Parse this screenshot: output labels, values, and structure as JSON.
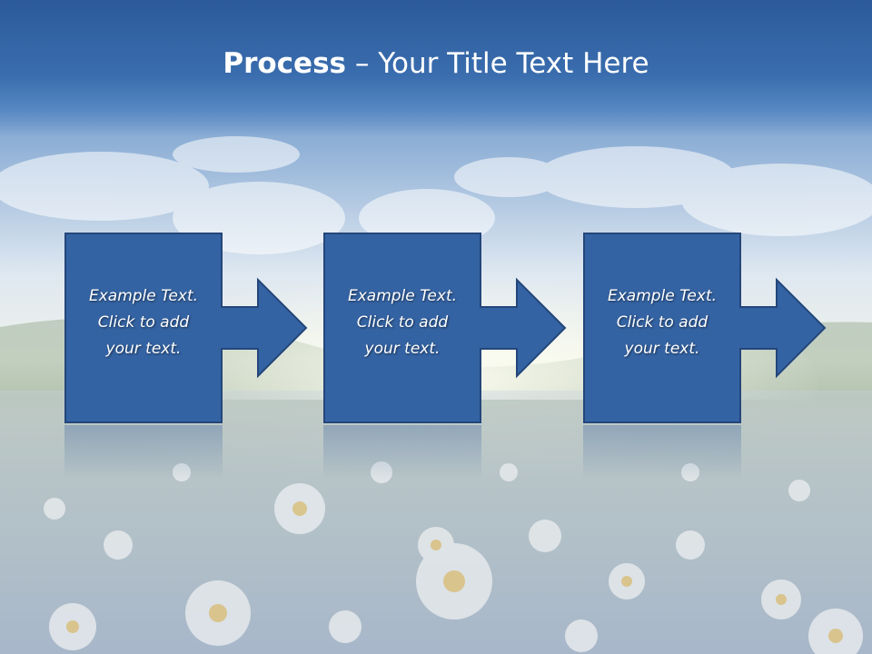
{
  "title": {
    "bold": "Process",
    "rest": " – Your Title Text Here"
  },
  "steps": [
    {
      "lines": [
        "Example Text.",
        "Click  to add",
        "your text."
      ]
    },
    {
      "lines": [
        "Example Text.",
        "Click  to add",
        "your text."
      ]
    },
    {
      "lines": [
        "Example Text.",
        "Click  to add",
        "your text."
      ]
    }
  ],
  "colors": {
    "title_bar": "#2c5a9a",
    "box_fill": "#3463a3",
    "box_stroke": "#24467a",
    "title_text": "#ffffff"
  },
  "icons": {
    "step_connector": "right-arrow-icon"
  }
}
